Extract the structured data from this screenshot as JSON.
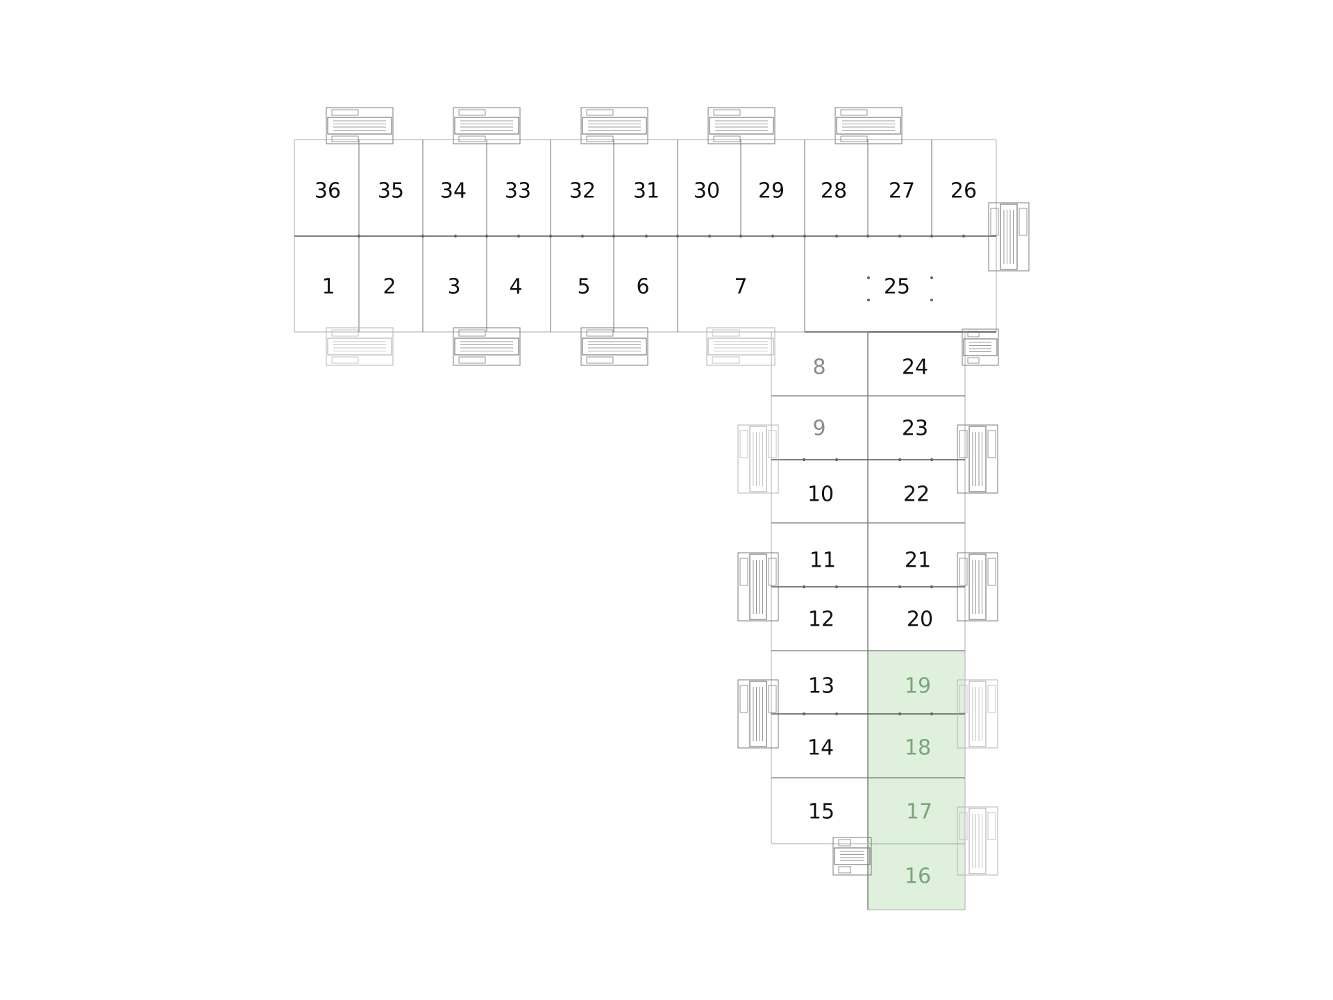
{
  "floor_plan": {
    "colors": {
      "background": "#ffffff",
      "wall": "#555555",
      "faint_wall": "#bbbbbb",
      "label_default": "#111111",
      "label_muted": "#8a8a8a",
      "label_highlight": "#7aa57a",
      "highlight_fill": "#dff0dc",
      "core_stroke": "#7a7a7a"
    },
    "units": [
      {
        "id": "1",
        "label": "1",
        "state": "default"
      },
      {
        "id": "2",
        "label": "2",
        "state": "default"
      },
      {
        "id": "3",
        "label": "3",
        "state": "default"
      },
      {
        "id": "4",
        "label": "4",
        "state": "default"
      },
      {
        "id": "5",
        "label": "5",
        "state": "default"
      },
      {
        "id": "6",
        "label": "6",
        "state": "default"
      },
      {
        "id": "7",
        "label": "7",
        "state": "default"
      },
      {
        "id": "8",
        "label": "8",
        "state": "muted"
      },
      {
        "id": "9",
        "label": "9",
        "state": "muted"
      },
      {
        "id": "10",
        "label": "10",
        "state": "default"
      },
      {
        "id": "11",
        "label": "11",
        "state": "default"
      },
      {
        "id": "12",
        "label": "12",
        "state": "default"
      },
      {
        "id": "13",
        "label": "13",
        "state": "default"
      },
      {
        "id": "14",
        "label": "14",
        "state": "default"
      },
      {
        "id": "15",
        "label": "15",
        "state": "default"
      },
      {
        "id": "16",
        "label": "16",
        "state": "highlighted"
      },
      {
        "id": "17",
        "label": "17",
        "state": "highlighted"
      },
      {
        "id": "18",
        "label": "18",
        "state": "highlighted"
      },
      {
        "id": "19",
        "label": "19",
        "state": "highlighted"
      },
      {
        "id": "20",
        "label": "20",
        "state": "default"
      },
      {
        "id": "21",
        "label": "21",
        "state": "default"
      },
      {
        "id": "22",
        "label": "22",
        "state": "default"
      },
      {
        "id": "23",
        "label": "23",
        "state": "default"
      },
      {
        "id": "24",
        "label": "24",
        "state": "default"
      },
      {
        "id": "25",
        "label": "25",
        "state": "default"
      },
      {
        "id": "26",
        "label": "26",
        "state": "default"
      },
      {
        "id": "27",
        "label": "27",
        "state": "default"
      },
      {
        "id": "28",
        "label": "28",
        "state": "default"
      },
      {
        "id": "29",
        "label": "29",
        "state": "default"
      },
      {
        "id": "30",
        "label": "30",
        "state": "default"
      },
      {
        "id": "31",
        "label": "31",
        "state": "default"
      },
      {
        "id": "32",
        "label": "32",
        "state": "default"
      },
      {
        "id": "33",
        "label": "33",
        "state": "default"
      },
      {
        "id": "34",
        "label": "34",
        "state": "default"
      },
      {
        "id": "35",
        "label": "35",
        "state": "default"
      },
      {
        "id": "36",
        "label": "36",
        "state": "default"
      }
    ]
  }
}
